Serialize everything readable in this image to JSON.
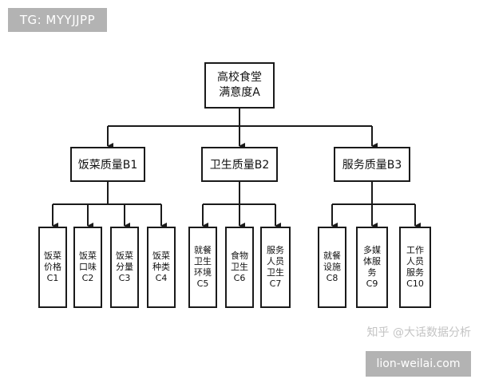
{
  "watermarks": {
    "tag": "TG: MYYJJPP",
    "zhihu": "知乎 @大话数据分析",
    "site": "lion-weilai.com"
  },
  "root": {
    "line1": "高校食堂",
    "line2": "满意度A"
  },
  "level1": [
    {
      "label": "饭菜质量B1"
    },
    {
      "label": "卫生质量B2"
    },
    {
      "label": "服务质量B3"
    }
  ],
  "level2": [
    {
      "text": "饭菜价格",
      "code": "C1"
    },
    {
      "text": "饭菜口味",
      "code": "C2"
    },
    {
      "text": "饭菜分量",
      "code": "C3"
    },
    {
      "text": "饭菜种类",
      "code": "C4"
    },
    {
      "text": "就餐卫生环境",
      "code": "C5"
    },
    {
      "text": "食物卫生",
      "code": "C6"
    },
    {
      "text": "服务人员卫生",
      "code": "C7"
    },
    {
      "text": "就餐设施",
      "code": "C8"
    },
    {
      "text": "多媒体服务",
      "code": "C9"
    },
    {
      "text": "工作人员服务",
      "code": "C10"
    }
  ],
  "colors": {
    "line": "#1a1a1a",
    "watermark_bg": "#b3b3b3"
  }
}
